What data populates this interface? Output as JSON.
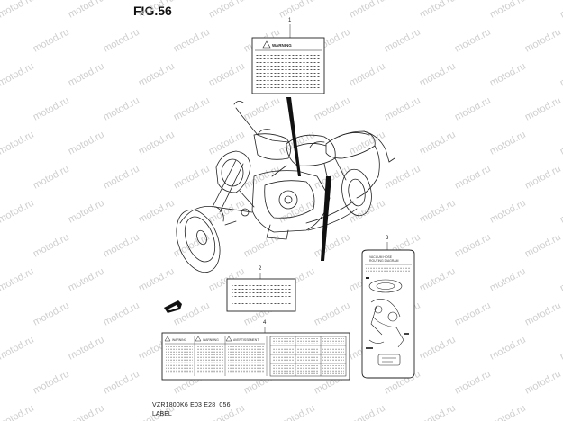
{
  "figure": {
    "title": "FIG.56",
    "code": "VZR1800K6 E03 E28_056",
    "caption": "LABEL"
  },
  "watermark": "motod.ru",
  "callouts": [
    "1",
    "2",
    "3",
    "4"
  ],
  "labels": {
    "label1_heading": "WARNING",
    "label3_heading_line1": "VACUUM HOSE",
    "label3_heading_line2": "ROUTING DIAGRAM",
    "label4_heading_a": "WARNING",
    "label4_heading_b": "WARNUNG",
    "label4_heading_c": "AVERTISSEMENT"
  }
}
